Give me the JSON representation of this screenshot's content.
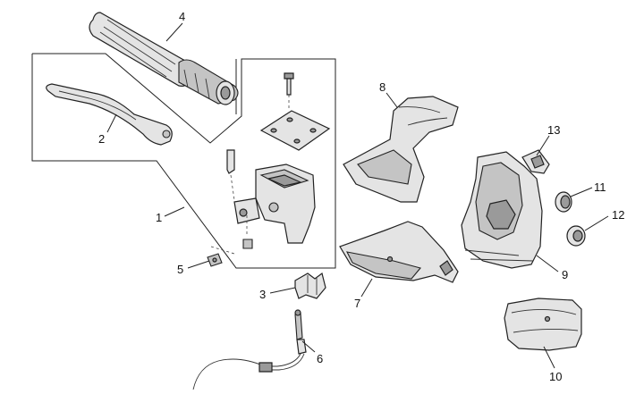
{
  "callouts": [
    {
      "id": "4",
      "label": "4"
    },
    {
      "id": "2",
      "label": "2"
    },
    {
      "id": "1",
      "label": "1"
    },
    {
      "id": "5",
      "label": "5"
    },
    {
      "id": "3",
      "label": "3"
    },
    {
      "id": "6",
      "label": "6"
    },
    {
      "id": "8",
      "label": "8"
    },
    {
      "id": "7",
      "label": "7"
    },
    {
      "id": "13",
      "label": "13"
    },
    {
      "id": "11",
      "label": "11"
    },
    {
      "id": "12",
      "label": "12"
    },
    {
      "id": "9",
      "label": "9"
    },
    {
      "id": "10",
      "label": "10"
    }
  ],
  "colors": {
    "line": "#222222",
    "part_fill": "#e4e4e4",
    "part_shadow": "#9a9a9a",
    "background": "#ffffff"
  }
}
